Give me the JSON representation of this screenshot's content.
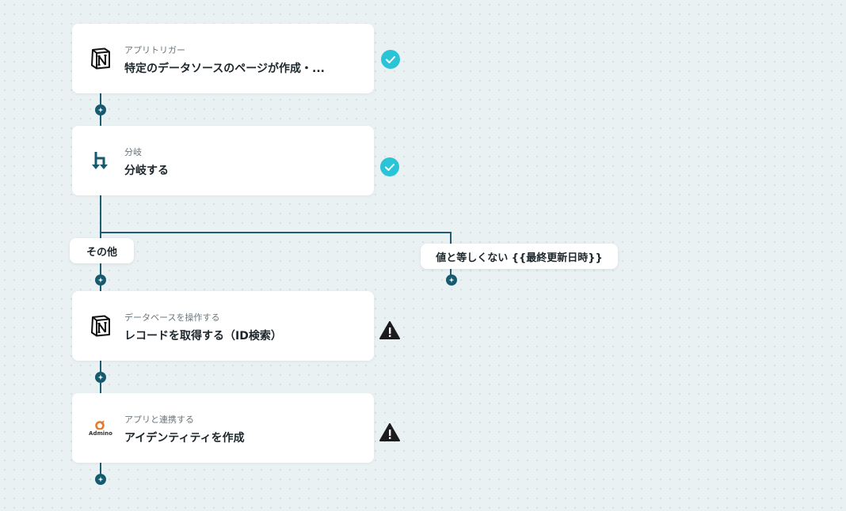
{
  "flow": {
    "steps": [
      {
        "sub": "アプリトリガー",
        "title": "特定のデータソースのページが作成・...",
        "icon": "notion-icon",
        "status": "check"
      },
      {
        "sub": "分岐",
        "title": "分岐する",
        "icon": "branch-icon",
        "status": "check"
      },
      {
        "sub": "データベースを操作する",
        "title": "レコードを取得する（ID検索）",
        "icon": "notion-icon",
        "status": "warning"
      },
      {
        "sub": "アプリと連携する",
        "title": "アイデンティティを作成",
        "icon": "admino-icon",
        "status": "warning"
      }
    ],
    "branches": {
      "other_label": "その他",
      "condition_label": "値と等しくない {{最終更新日時}}"
    },
    "admino_logo_text": "Admino"
  },
  "colors": {
    "background": "#e9f1f3",
    "connector": "#1f5e72",
    "check": "#2bc4d6",
    "warning": "#1c1c1c"
  }
}
